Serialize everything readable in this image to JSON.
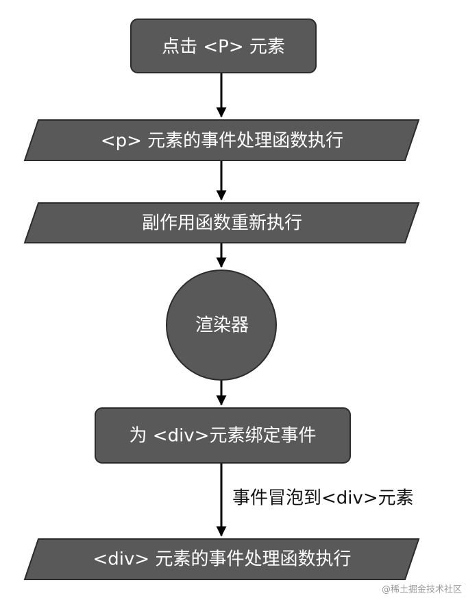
{
  "nodes": {
    "click_p": "点击 <P> 元素",
    "p_handler": "<p> 元素的事件处理函数执行",
    "effect_rerun": "副作用函数重新执行",
    "renderer": "渲染器",
    "bind_div_event": "为 <div>元素绑定事件",
    "div_handler": "<div> 元素的事件处理函数执行"
  },
  "edges": {
    "bubble_label": "事件冒泡到<div>元素"
  },
  "watermark": "@稀土掘金技术社区",
  "colors": {
    "node_fill": "#595959",
    "node_stroke": "#2b2b2b",
    "arrow": "#000000",
    "background": "#ffffff"
  }
}
